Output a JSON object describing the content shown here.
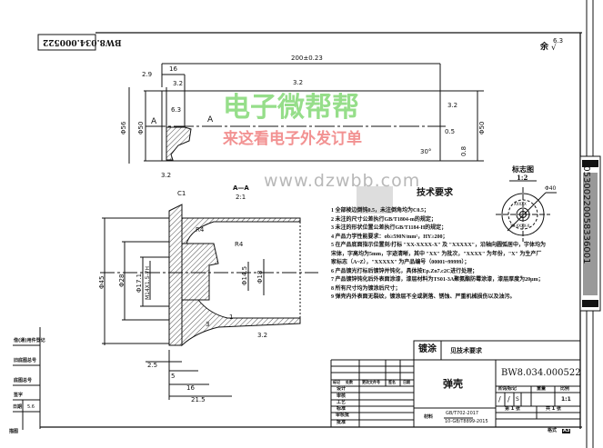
{
  "drawing_number": "BW8.034.000522",
  "drawing_number_rotated": "BW8.034.000522",
  "surface_finish_rest": {
    "label": "余",
    "value": "6.3"
  },
  "top_view": {
    "length": "200±0.23",
    "flange_width": "16",
    "rim": "2.9",
    "roughness_top": "3.2",
    "roughness_a": "3.2",
    "roughness_b": "6.3",
    "roughness_c": "3.2",
    "roughness_right": "3.2",
    "dia_outer": "Φ56",
    "dia_inner_left": "Φ50",
    "dia_right": "Φ50",
    "section_mark": "A",
    "end_step": "0.5",
    "end_wall": "0.8",
    "chamfer_angle": "30°"
  },
  "section_view": {
    "title": "A—A",
    "scale": "2:1",
    "chamfer": "C1",
    "radius_a": "R4",
    "radius_b": "R4",
    "dia_45": "Φ45",
    "dia_28": "Φ28",
    "dia_17": "Φ17.1",
    "thread": "M14X1.5-7H",
    "dia_14": "Φ14.5",
    "dia_18": "Φ18",
    "dim_1": "1",
    "dim_3": "3",
    "dim_25": "2.5",
    "dim_5": "5",
    "dim_16": "16",
    "dim_215": "21.5",
    "roughness": "3.2"
  },
  "marking_view": {
    "title": "标志图",
    "scale": "1:2",
    "dia": "Φ40",
    "text_top": "XXXXX",
    "text_bottom": "XX-XXXX-X"
  },
  "tech_requirements": {
    "title": "技术要求",
    "items": [
      "1  全部棱边倒钝0.5，未注倒角均为C0.5；",
      "2  未注的尺寸公差执行GB/T1804-m的规定；",
      "3  未注的形状位置公差执行GB/T1184-H的规定；",
      "4  产品力学性能要求：σb≥590N/mm²，HY≥200；",
      "5  在产品底面指示位置刻/打标 \"XX-XXXX-X\" 及 \"XXXXX\"，沿轴向圆弧居中，字体均为",
      "    宋体，字高均为5mm，字迹清晰，其中 \"XX\" 为批次，\"XXXX\" 为年份，\"X\" 为生产厂",
      "    家标志（A~Z），\"XXXXX\" 为产品编号（00001~99999）；",
      "6  产品镀光打标后镀锌并钝化，具体按Ep.Zn7.c2C进行处理；",
      "7  产品镀锌钝化后外表面涂漆，漆层材料为TS01-3A聚氨酯防霉涂漆，漆层厚度为20μm；",
      "8  所有尺寸均为镀涂后尺寸；",
      "9  弹壳内外表面无裂纹，镀涂层不全或剥落、锈蚀、严重机械损伤以及油污。"
    ]
  },
  "title_block": {
    "coating_label": "镀涂",
    "coating_value": "见技术要求",
    "part_name": "弹壳",
    "code": "BW8.034.000522",
    "material_label": "材料",
    "material_top": "GB/T702-2017",
    "material_bottom": "10-GB/T8899-2015",
    "stage_label": "阶段标记",
    "weight_label": "重量",
    "scale_label": "比例",
    "scale_value": "1:1",
    "sheet_label": "第 1 张",
    "sheets_label": "共 1 张",
    "form_label": "格式",
    "form_value": "A3",
    "stage_marks": [
      "/",
      "/",
      "S"
    ],
    "change_header": [
      "标记",
      "处数",
      "更改文件号",
      "签名",
      "日期"
    ],
    "roles": [
      "设计",
      "审核",
      "工艺",
      "标准",
      "审核批",
      "批准"
    ]
  },
  "left_column": {
    "items": [
      "借(通)用件登记",
      "旧底图总号",
      "底图总号",
      "签字",
      "日期",
      "描图"
    ],
    "date_value": "5.6"
  },
  "barcode_text": "E05300220058336001",
  "watermark": {
    "url": "www.dzwbb.com",
    "brand": "电子微帮帮",
    "slogan": "来这看电子外发订单"
  }
}
